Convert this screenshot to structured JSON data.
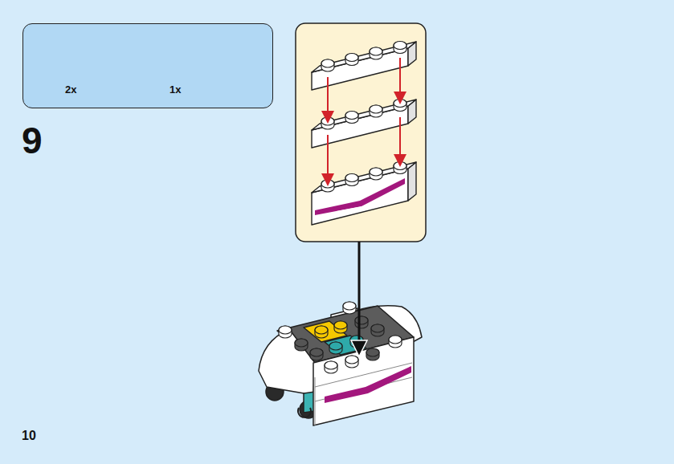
{
  "diagram": {
    "nodes": [
      {
        "text": [
          "2x",
          "1x"
        ]
      }
    ],
    "labels": [
      "9",
      "10"
    ]
  }
}
